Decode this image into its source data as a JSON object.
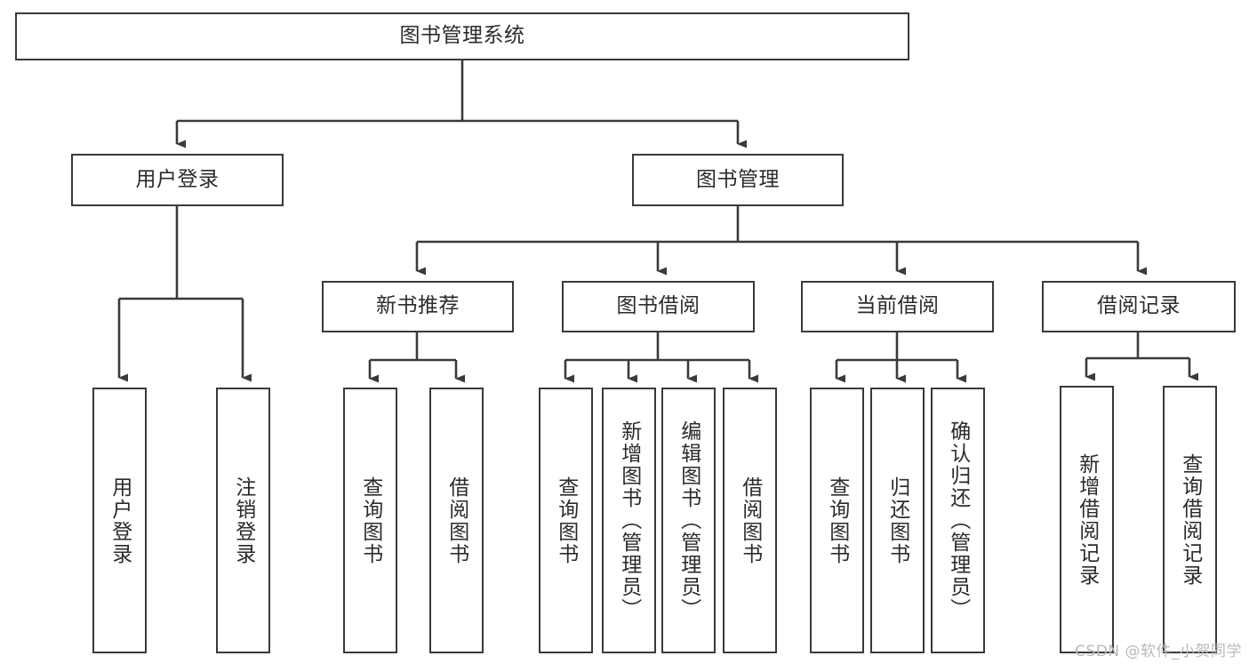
{
  "diagram": {
    "title": "图书管理系统",
    "type": "tree-hierarchy-chart",
    "watermark": "CSDN @软件_小贺同学",
    "colors": {
      "stroke": "#3a3a3a",
      "fill": "#ffffff",
      "text": "#2b2b2b",
      "watermark": "#b9b9b9"
    },
    "nodes": {
      "root": {
        "label": "图书管理系统"
      },
      "level2": [
        {
          "id": "user-login",
          "label": "用户登录"
        },
        {
          "id": "book-management",
          "label": "图书管理"
        }
      ],
      "level3": [
        {
          "id": "new-book-recommend",
          "label": "新书推荐"
        },
        {
          "id": "book-borrow",
          "label": "图书借阅"
        },
        {
          "id": "current-borrow",
          "label": "当前借阅"
        },
        {
          "id": "borrow-record",
          "label": "借阅记录"
        }
      ],
      "leaves": {
        "user-login": [
          {
            "id": "leaf-user-login",
            "label": "用户登录"
          },
          {
            "id": "leaf-logout-login",
            "label": "注销登录"
          }
        ],
        "new-book-recommend": [
          {
            "id": "leaf-query-book-1",
            "label": "查询图书"
          },
          {
            "id": "leaf-borrow-book-1",
            "label": "借阅图书"
          }
        ],
        "book-borrow": [
          {
            "id": "leaf-query-book-2",
            "label": "查询图书"
          },
          {
            "id": "leaf-add-book",
            "label": "新增图书（管理员）"
          },
          {
            "id": "leaf-edit-book",
            "label": "编辑图书（管理员）"
          },
          {
            "id": "leaf-borrow-book-2",
            "label": "借阅图书"
          }
        ],
        "current-borrow": [
          {
            "id": "leaf-query-book-3",
            "label": "查询图书"
          },
          {
            "id": "leaf-return-book",
            "label": "归还图书"
          },
          {
            "id": "leaf-confirm-return",
            "label": "确认归还（管理员）"
          }
        ],
        "borrow-record": [
          {
            "id": "leaf-add-record",
            "label": "新增借阅记录"
          },
          {
            "id": "leaf-query-record",
            "label": "查询借阅记录"
          }
        ]
      }
    }
  }
}
